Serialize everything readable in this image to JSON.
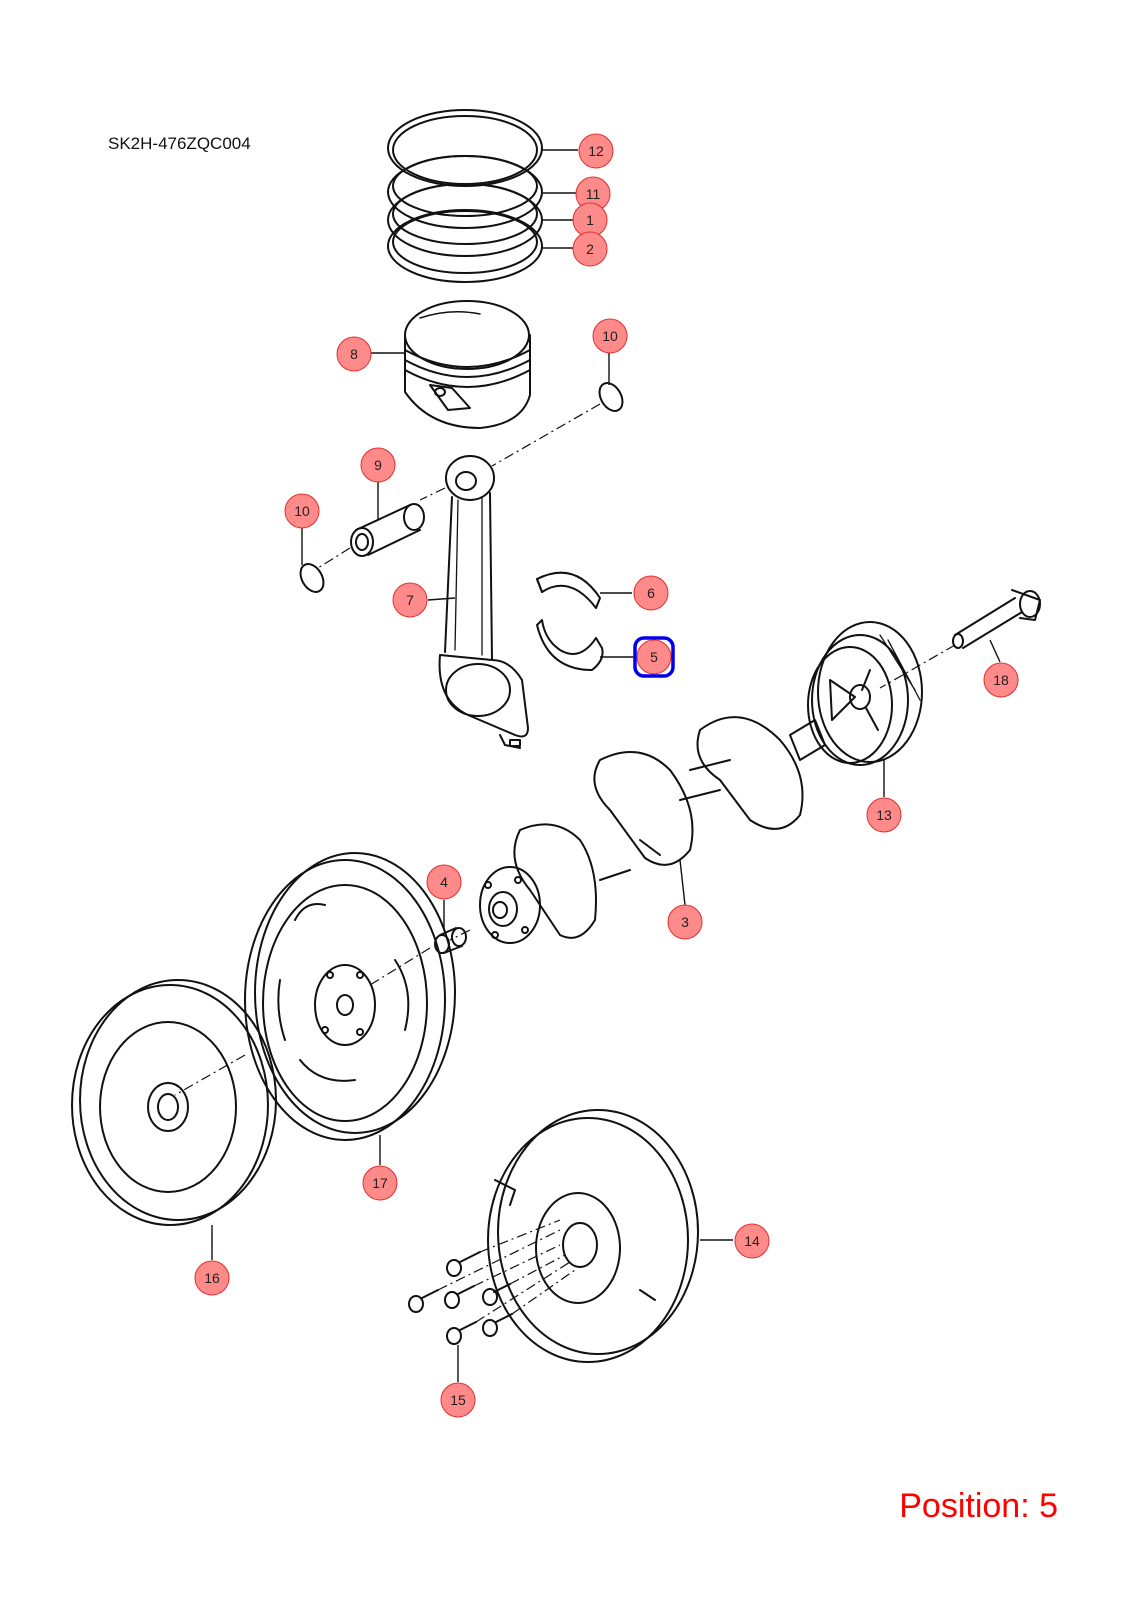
{
  "diagram_code": "SK2H-476ZQC004",
  "position_label": "Position: 5",
  "callout_fill": "#ff8a8a",
  "callout_stroke": "#e03030",
  "selected_stroke": "#0000ee",
  "callouts": [
    {
      "id": "12",
      "label": "12"
    },
    {
      "id": "11",
      "label": "11"
    },
    {
      "id": "1",
      "label": "1"
    },
    {
      "id": "2",
      "label": "2"
    },
    {
      "id": "8",
      "label": "8"
    },
    {
      "id": "10a",
      "label": "10"
    },
    {
      "id": "9",
      "label": "9"
    },
    {
      "id": "10b",
      "label": "10"
    },
    {
      "id": "7",
      "label": "7"
    },
    {
      "id": "6",
      "label": "6"
    },
    {
      "id": "5",
      "label": "5",
      "selected": true
    },
    {
      "id": "18",
      "label": "18"
    },
    {
      "id": "13",
      "label": "13"
    },
    {
      "id": "4",
      "label": "4"
    },
    {
      "id": "3",
      "label": "3"
    },
    {
      "id": "17",
      "label": "17"
    },
    {
      "id": "14",
      "label": "14"
    },
    {
      "id": "16",
      "label": "16"
    },
    {
      "id": "15",
      "label": "15"
    }
  ]
}
